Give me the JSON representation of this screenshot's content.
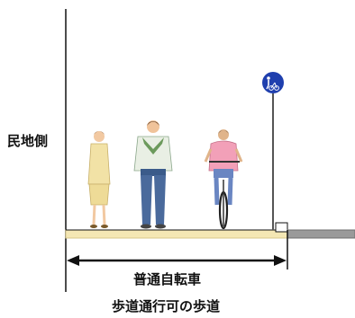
{
  "labels": {
    "private_land_side": "民地側",
    "width_label": "普通自転車",
    "caption": "歩道通行可の歩道"
  },
  "icons": {
    "sign": "pedestrian-and-bicycle-sign-icon"
  },
  "colors": {
    "sign_blue": "#1f3fae",
    "pavement": "#f4e7b4",
    "road": "#8f8f8f",
    "line": "#111111"
  }
}
